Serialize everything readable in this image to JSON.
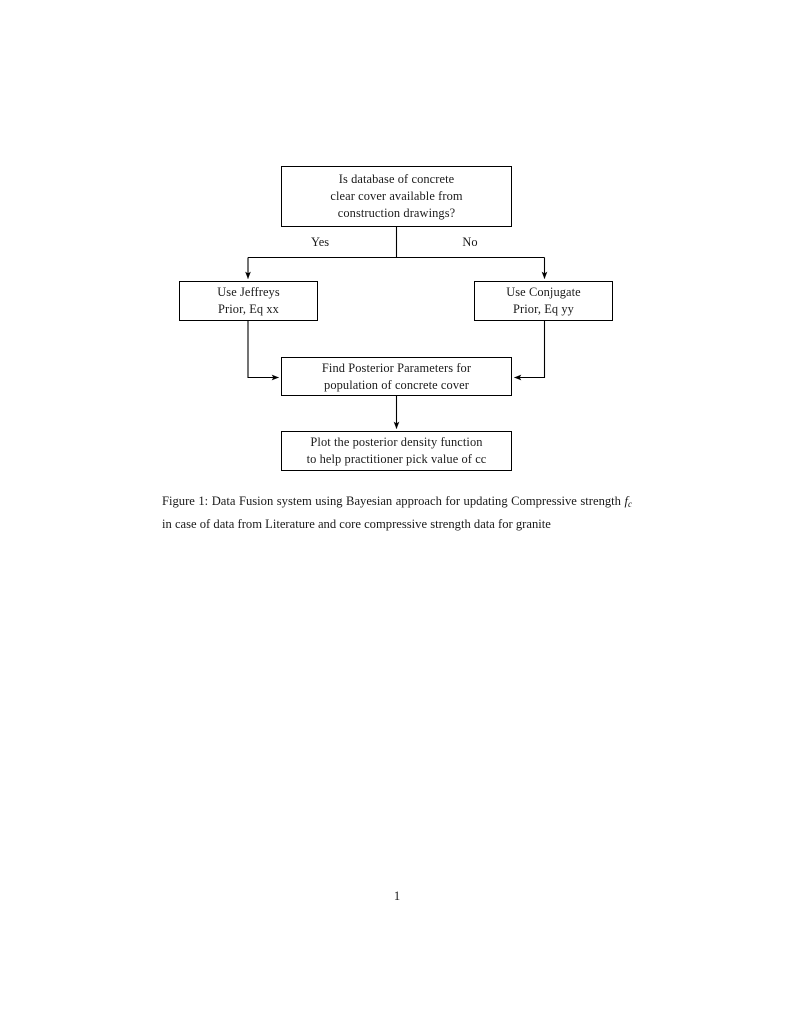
{
  "document": {
    "page_number": "1",
    "background_color": "#ffffff",
    "text_color": "#1a1a1a"
  },
  "figure": {
    "nodes": {
      "question": {
        "line1": "Is database of concrete",
        "line2": "clear cover available from",
        "line3": "construction drawings?"
      },
      "jeffreys": {
        "line1": "Use Jeffreys",
        "line2": "Prior, Eq xx"
      },
      "conjugate": {
        "line1": "Use Conjugate",
        "line2": "Prior, Eq yy"
      },
      "posterior": {
        "line1": "Find Posterior Parameters for",
        "line2": "population of concrete cover"
      },
      "plot": {
        "line1": "Plot the posterior density function",
        "line2": "to help practitioner pick value of cc"
      }
    },
    "edge_labels": {
      "yes": "Yes",
      "no": "No"
    },
    "line_color": "#000000"
  },
  "caption": {
    "label": "Figure 1:",
    "text_before_math": "Data Fusion system using Bayesian approach for updating Compressive strength",
    "math_symbol": "f",
    "math_subscript": "c",
    "text_after_math": "in case of data from Literature and core compressive strength data for granite"
  }
}
